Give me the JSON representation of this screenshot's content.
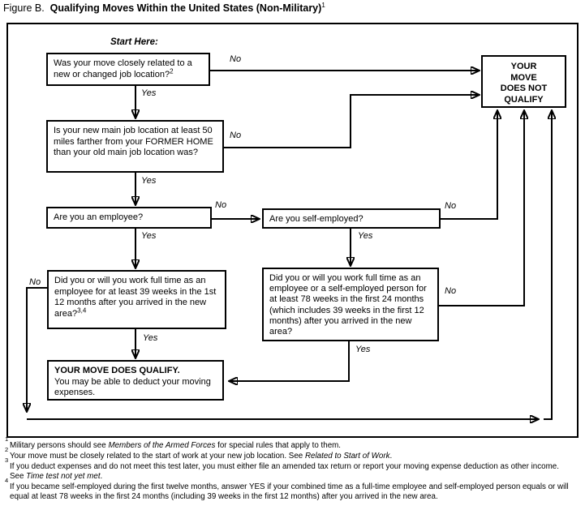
{
  "title": {
    "prefix": "Figure B.",
    "main": "Qualifying Moves Within the United States (Non-Military)",
    "sup": "1"
  },
  "start_label": "Start Here:",
  "labels": {
    "yes": "Yes",
    "no": "No"
  },
  "nodes": {
    "q1": {
      "text": "Was your move closely related to a new or changed job location?",
      "sup": "2"
    },
    "q2": {
      "text": "Is your new main job location at least 50 miles farther from your FORMER HOME than your old main job location was?"
    },
    "q3": {
      "text": "Are you an employee?"
    },
    "q4": {
      "text": "Are you self-employed?"
    },
    "q5": {
      "text": "Did you or will you work full time as an employee for at least 39 weeks in the 1st 12 months after you arrived in the new area?",
      "sup": "3,4"
    },
    "q6": {
      "text": "Did you or will you work full time as an employee or a self-employed person for at least 78 weeks in the first 24 months (which includes 39 weeks in the first 12 months) after you arrived in the new area?"
    },
    "qualify": {
      "title": "YOUR MOVE DOES QUALIFY.",
      "text": "You may be able to deduct your moving expenses."
    },
    "not_qualify": {
      "lines": [
        "YOUR",
        "MOVE",
        "DOES NOT",
        "QUALIFY"
      ]
    }
  },
  "footnotes": [
    {
      "ref": "1",
      "pre": "Military persons should see ",
      "italic": "Members of the Armed Forces",
      "post": " for special rules that apply to them."
    },
    {
      "ref": "2",
      "pre": "Your move must be closely related to the start of work at your new job location. See ",
      "italic": "Related to Start of Work",
      "post": "."
    },
    {
      "ref": "3",
      "line1": "If you deduct expenses and do not meet this test later, you must either file an amended tax return or report your moving expense deduction as other income.",
      "pre": "See ",
      "italic": "Time test not yet met",
      "post": "."
    },
    {
      "ref": "4",
      "text": "If you became self-employed during the first twelve months, answer YES if your combined time as a full-time employee and self-employed person equals or will equal at least 78 weeks in the first 24 months (including 39 weeks in the first 12 months) after you arrived in the new area."
    }
  ],
  "colors": {
    "ink": "#000000",
    "background": "#ffffff"
  }
}
